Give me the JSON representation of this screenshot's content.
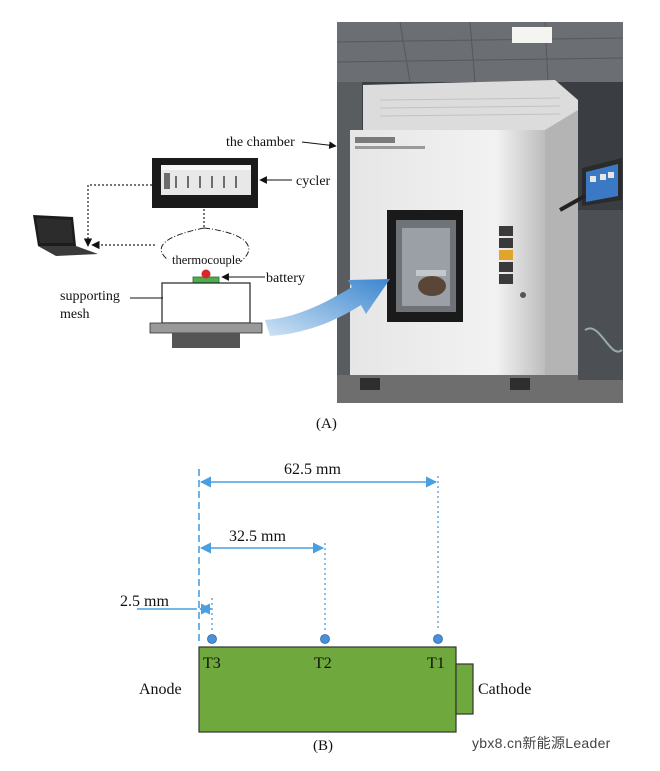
{
  "panel_a": {
    "labels": {
      "chamber": "the chamber",
      "cycler": "cycler",
      "thermocouple": "thermocouple",
      "battery": "battery",
      "supporting_line1": "supporting",
      "supporting_line2": "mesh"
    },
    "caption": "(A)"
  },
  "panel_b": {
    "dimensions": {
      "d1": "62.5 mm",
      "d2": "32.5 mm",
      "d3": "2.5 mm"
    },
    "sensors": [
      "T3",
      "T2",
      "T1"
    ],
    "anode": "Anode",
    "cathode": "Cathode",
    "caption": "(B)",
    "colors": {
      "cell": "#6fa83c",
      "sensor": "#4a90d9",
      "dim": "#4a9fe0"
    }
  },
  "watermark": "ybx8.cn新能源Leader"
}
